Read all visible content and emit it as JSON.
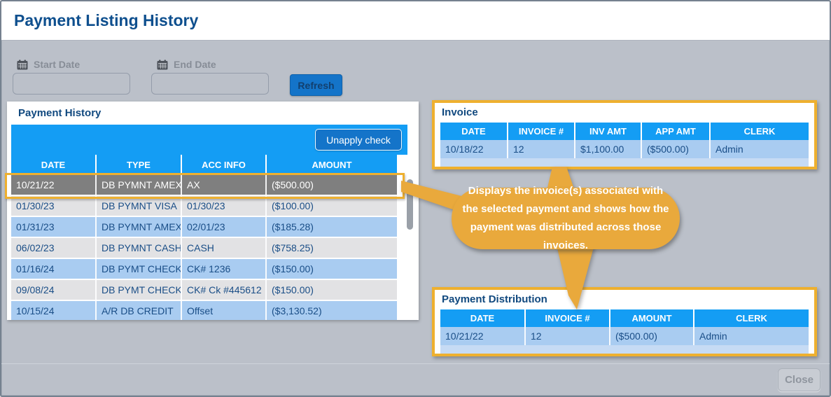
{
  "window": {
    "title": "Payment Listing History"
  },
  "filters": {
    "start_date_label": "Start Date",
    "start_date_value": "",
    "end_date_label": "End Date",
    "end_date_value": "",
    "refresh_label": "Refresh"
  },
  "payment_history": {
    "title": "Payment History",
    "unapply_button_label": "Unapply check",
    "columns": [
      "DATE",
      "TYPE",
      "ACC INFO",
      "AMOUNT"
    ],
    "selected_row_index": 0,
    "rows": [
      [
        "10/21/22",
        "DB PYMNT AMEX",
        "AX",
        "($500.00)"
      ],
      [
        "01/30/23",
        "DB PYMNT VISA",
        "01/30/23",
        "($100.00)"
      ],
      [
        "01/31/23",
        "DB PYMNT AMEX",
        "02/01/23",
        "($185.28)"
      ],
      [
        "06/02/23",
        "DB PYMNT CASH",
        "CASH",
        "($758.25)"
      ],
      [
        "01/16/24",
        "DB PYMT CHECK",
        "CK# 1236",
        "($150.00)"
      ],
      [
        "09/08/24",
        "DB PYMT CHECK",
        "CK# Ck #445612",
        "($150.00)"
      ],
      [
        "10/15/24",
        "A/R DB CREDIT",
        "Offset",
        "($3,130.52)"
      ]
    ]
  },
  "invoice": {
    "title": "Invoice",
    "columns": [
      "DATE",
      "INVOICE #",
      "INV AMT",
      "APP AMT",
      "CLERK"
    ],
    "rows": [
      [
        "10/18/22",
        "12",
        "$1,100.00",
        "($500.00)",
        "Admin"
      ]
    ]
  },
  "payment_distribution": {
    "title": "Payment Distribution",
    "columns": [
      "DATE",
      "INVOICE #",
      "AMOUNT",
      "CLERK"
    ],
    "rows": [
      [
        "10/21/22",
        "12",
        "($500.00)",
        "Admin"
      ]
    ]
  },
  "callout": {
    "text": "Displays the invoice(s) associated with the selected payment and shows how the payment was distributed across those invoices."
  },
  "footer": {
    "close_label": "Close"
  },
  "colors": {
    "header_blue": "#149DF4",
    "button_blue": "#1474C9",
    "row_blue": "#A9CCF1",
    "row_blue_light": "#C6DBF4",
    "row_gray": "#E2E2E4",
    "selected_gray": "#7F7F7F",
    "navy_text": "#1A4E87",
    "title_navy": "#0E4F8E",
    "highlight_orange": "#EEB02F",
    "callout_orange": "#E9A93C",
    "window_bg": "#BBC0C9"
  }
}
